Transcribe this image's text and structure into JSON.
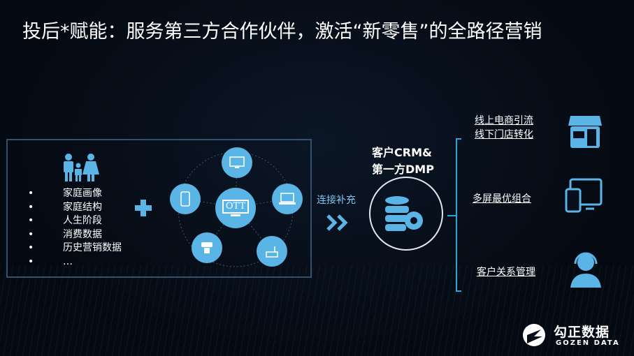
{
  "title": "投后*赋能：服务第三方合作伙伴，激活“新零售”的全路径营销",
  "left_panel": {
    "bullets": [
      "家庭画像",
      "家庭结构",
      "人生阶段",
      "消费数据",
      "历史营销数据",
      "…"
    ],
    "hub_label": "OTT"
  },
  "middle": {
    "connect_label": "连接补充",
    "crm_line1": "客户CRM&",
    "crm_line2": "第一方DMP"
  },
  "right": {
    "items": [
      {
        "line1": "线上电商引流",
        "line2": "线下门店转化",
        "icon": "storefront-icon"
      },
      {
        "line1": "多屏最优组合",
        "icon": "multi-screen-icon"
      },
      {
        "line1": "客户关系管理",
        "icon": "customer-service-icon"
      }
    ]
  },
  "logo": {
    "cn": "勾正数据",
    "en": "GOZEN DATA"
  },
  "colors": {
    "accent": "#5ab4e5",
    "bracket": "#2aa6d6"
  }
}
